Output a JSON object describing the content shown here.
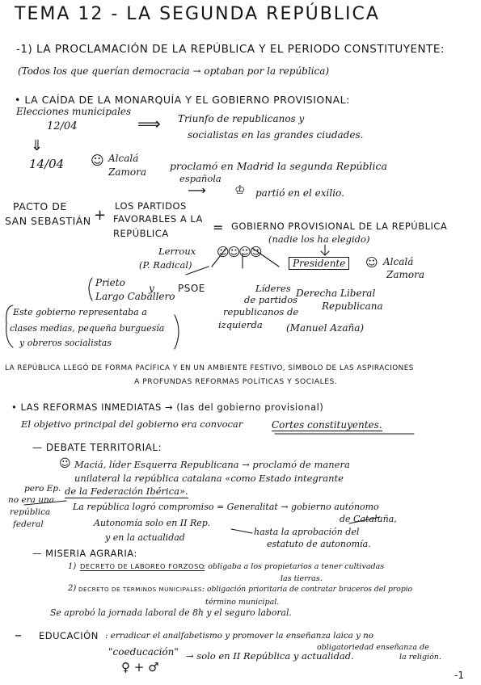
{
  "header": {
    "title": "TEMA 12 - LA SEGUNDA REPÚBLICA"
  },
  "section1": {
    "heading": "-1) LA PROCLAMACIÓN DE LA REPÚBLICA Y EL PERIODO CONSTITUYENTE:",
    "note": "(Todos los que querían democracia → optaban por la república)",
    "sub1": {
      "heading": "• LA CAÍDA DE LA MONARQUÍA Y EL GOBIERNO PROVISIONAL:",
      "elecciones": "Elecciones municipales",
      "date1": "12/04",
      "arrow_result": "⟹",
      "result_l1": "Triunfo de republicanos y",
      "result_l2": "socialistas en las grandes ciudades.",
      "down_arrow": "⇓",
      "date2": "14/04",
      "person_alcala": "Alcalá",
      "person_zamora": "Zamora",
      "proclaim_l1": "proclamó en Madrid la segunda República",
      "proclaim_l2": "española",
      "exile_arrow": "⟶",
      "exile": "partió en el exilio.",
      "pacto_l1": "PACTO DE",
      "pacto_l2": "SAN SEBASTIÁN",
      "plus": "+",
      "partidos_l1": "LOS PARTIDOS",
      "partidos_l2": "FAVORABLES A LA",
      "partidos_l3": "REPÚBLICA",
      "equals": "=",
      "gobierno": "GOBIERNO PROVISIONAL DE LA REPÚBLICA",
      "nadie": "(nadie los ha elegido)",
      "lerroux_l1": "Lerroux",
      "lerroux_l2": "(P. Radical)",
      "presidente": "Presidente",
      "pres_alcala": "Alcalá",
      "pres_zamora": "Zamora",
      "prieto_l1": "Prieto",
      "prieto_l2": "Largo Caballero",
      "y": "y",
      "psoe": "PSOE",
      "lideres_l1": "Líderes",
      "lideres_l2": "de partidos",
      "lideres_l3": "republicanos de",
      "lideres_l4": "izquierda",
      "derecha_l1": "Derecha Liberal",
      "derecha_l2": "Republicana",
      "azana": "(Manuel Azaña)",
      "represent_l1": "Este gobierno representaba a",
      "represent_l2": "clases medias, pequeña burguesía",
      "represent_l3": "y obreros socialistas",
      "festivo_l1": "LA REPÚBLICA LLEGÓ DE FORMA PACÍFICA Y EN UN AMBIENTE FESTIVO, SÍMBOLO DE LAS ASPIRACIONES",
      "festivo_l2": "A PROFUNDAS REFORMAS POLÍTICAS Y SOCIALES."
    },
    "sub2": {
      "heading": "• LAS REFORMAS INMEDIATAS → (las del gobierno provisional)",
      "objetivo": "El objetivo principal del gobierno era convocar",
      "cortes": "Cortes constituyentes.",
      "territorial": "— DEBATE TERRITORIAL:",
      "macia_l1": "Maciá, líder Esquerra Republicana → proclamó de manera",
      "macia_l2": "unilateral la república catalana «como Estado integrante",
      "macia_l3": "de la Federación Ibérica».",
      "margin_l1": "pero Ep.",
      "margin_l2": "no era una",
      "margin_l3": "república",
      "margin_l4": "federal",
      "compromiso_l1": "La república logró compromiso = Generalitat → gobierno autónomo",
      "compromiso_l2": "de Cataluña,",
      "autonomia_l1": "Autonomía solo en II Rep.",
      "autonomia_l2": "y en la actualidad",
      "hasta_l1": "hasta la aprobación del",
      "hasta_l2": "estatuto de autonomía.",
      "miseria": "— MISERIA AGRARIA:",
      "decreto1_label": "DECRETO DE LABOREO FORZOSO",
      "decreto1_num": "1)",
      "decreto1_text": ": obligaba a los propietarios a tener cultivadas",
      "decreto1_text2": "las tierras.",
      "decreto2_num": "2)",
      "decreto2_label": "DECRETO DE TÉRMINOS MUNICIPALES",
      "decreto2_text": ": obligación prioritaria de contratar braceros del propio",
      "decreto2_text2": "término municipal.",
      "jornada": "Se aprobó la jornada laboral de 8h y el seguro laboral.",
      "educacion_label": "EDUCACIÓN",
      "educacion_text": ": erradicar el analfabetismo y promover la enseñanza laica y no",
      "educacion_l2": "obligatoriedad enseñanza de",
      "educacion_l3": "la religión.",
      "coeducacion": "\"coeducación\"",
      "coed_text": "→ solo en II República y actualidad.",
      "gender": "♀ + ♂"
    }
  },
  "page_number": "-1"
}
